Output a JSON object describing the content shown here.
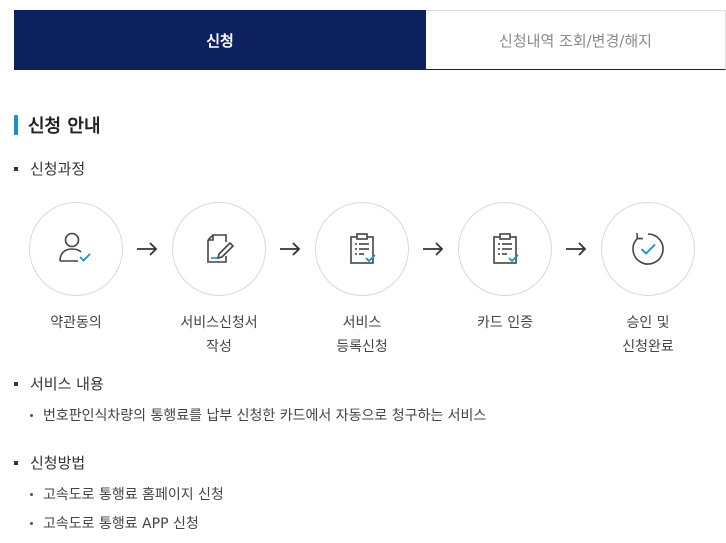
{
  "tabs": {
    "apply": "신청",
    "manage": "신청내역 조회/변경/해지"
  },
  "section_title": "신청 안내",
  "process": {
    "heading": "신청과정",
    "steps": [
      {
        "line1": "약관동의",
        "line2": "",
        "icon": "user-check-icon"
      },
      {
        "line1": "서비스신청서",
        "line2": "작성",
        "icon": "document-edit-icon"
      },
      {
        "line1": "서비스",
        "line2": "등록신청",
        "icon": "clipboard-check-icon"
      },
      {
        "line1": "카드 인증",
        "line2": "",
        "icon": "clipboard-check-icon"
      },
      {
        "line1": "승인 및",
        "line2": "신청완료",
        "icon": "refresh-check-icon"
      }
    ]
  },
  "service": {
    "heading": "서비스 내용",
    "items": [
      "번호판인식차량의 통행료를 납부 신청한 카드에서 자동으로 청구하는 서비스"
    ]
  },
  "method": {
    "heading": "신청방법",
    "items": [
      "고속도로 통행료 홈페이지 신청",
      "고속도로 통행료 APP 신청"
    ]
  },
  "colors": {
    "navy": "#0f2260",
    "accent": "#1e8fd2"
  }
}
